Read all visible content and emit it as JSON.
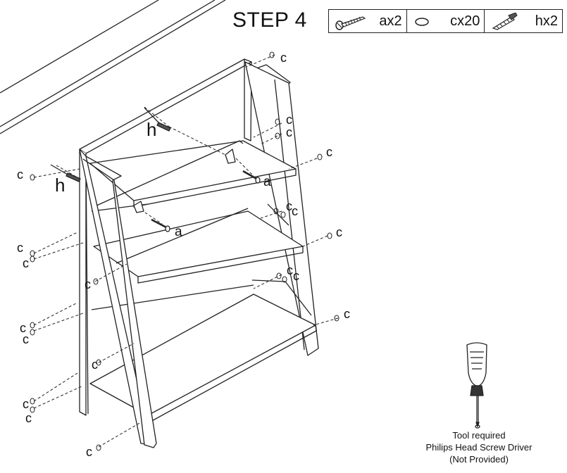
{
  "step": {
    "title": "STEP 4"
  },
  "parts": [
    {
      "icon": "screw-icon",
      "label": "ax2"
    },
    {
      "icon": "cam-lock-icon",
      "label": "cx20"
    },
    {
      "icon": "wall-anchor-icon",
      "label": "hx2"
    }
  ],
  "callouts": {
    "a": "a",
    "c": "c",
    "h": "h"
  },
  "tool": {
    "line1": "Tool required",
    "line2": "Philips Head Screw Driver",
    "line3": "(Not Provided)"
  }
}
